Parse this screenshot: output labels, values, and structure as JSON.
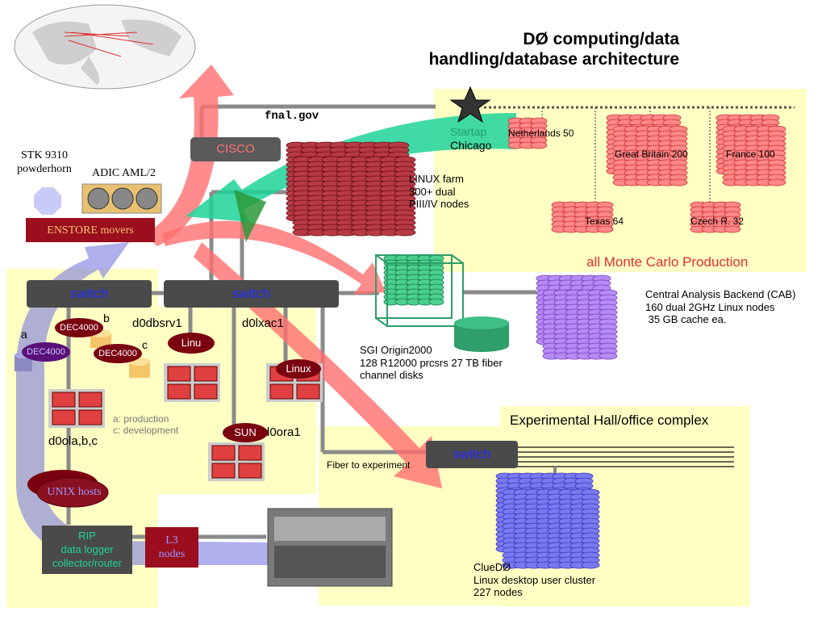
{
  "title": {
    "line1": "DØ computing/data",
    "line2": "handling/database architecture"
  },
  "labels": {
    "fnal": "fnal.gov",
    "cisco": "CISCO",
    "stk1": "STK 9310",
    "stk2": "powderhorn",
    "adic": "ADIC AML/2",
    "enstore": "ENSTORE movers",
    "startap1": "Startap",
    "startap2": "Chicago",
    "netherlands": "Netherlands 50",
    "gb": "Great Britain 200",
    "france": "France 100",
    "texas": "Texas 64",
    "czech": "Czech R. 32",
    "mc": "all Monte Carlo Production",
    "linux_farm1": "LINUX farm",
    "linux_farm2": "300+ dual",
    "linux_farm3": "PIII/IV nodes",
    "switch": "switch",
    "d0dbsrv1": "d0dbsrv1",
    "d0lxac1": "d0lxac1",
    "d0ora1": "d0ora1",
    "linux": "Linux",
    "linu": "Linu",
    "sun": "SUN",
    "dec4000": "DEC4000",
    "a": "a",
    "b": "b",
    "c": "c",
    "d0ola": "d0ola,b,c",
    "prod": "a: production",
    "dev": "c: development",
    "sgi1": "SGI Origin2000",
    "sgi2": "128 R12000 prcsrs 27 TB fiber",
    "sgi3": "channel disks",
    "cab1": "Central Analysis Backend (CAB)",
    "cab2": "160 dual 2GHz Linux nodes",
    "cab3": " 35 GB cache ea.",
    "exp_hall": "Experimental Hall/office complex",
    "fiber": "Fiber to experiment",
    "unix": "UNIX hosts",
    "rip1": "RIP",
    "rip2": "data logger",
    "rip3": "collector/router",
    "l3a": "L3",
    "l3b": "nodes",
    "clued1": "ClueDØ",
    "clued2": "Linux desktop user cluster",
    "clued3": "227 nodes"
  },
  "colors": {
    "yellow_panel": "#ffffc4",
    "red_arrow": "#ff6f6f",
    "green_arrow": "#1fd39a",
    "blue_arrow": "#8080e0",
    "switch_text": "#1f2cff",
    "mc_text": "#e03030",
    "farm_red": "#e04040",
    "farm_dark": "#9a1f2a",
    "cab_purple": "#9b5fe0",
    "clued_blue": "#5a5ae0",
    "sgi_green": "#2e9e6a"
  }
}
